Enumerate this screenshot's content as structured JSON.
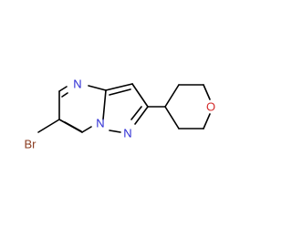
{
  "molecule": {
    "colors": {
      "N": "#2b2bd4",
      "O": "#d42b2b",
      "Br": "#8a3b1f",
      "bond": "#000000"
    },
    "atoms": {
      "n_pyrimidine": "N",
      "n_bridge": "N",
      "n_pyrazole": "N",
      "o_ring": "O",
      "bromo": "Br"
    }
  }
}
